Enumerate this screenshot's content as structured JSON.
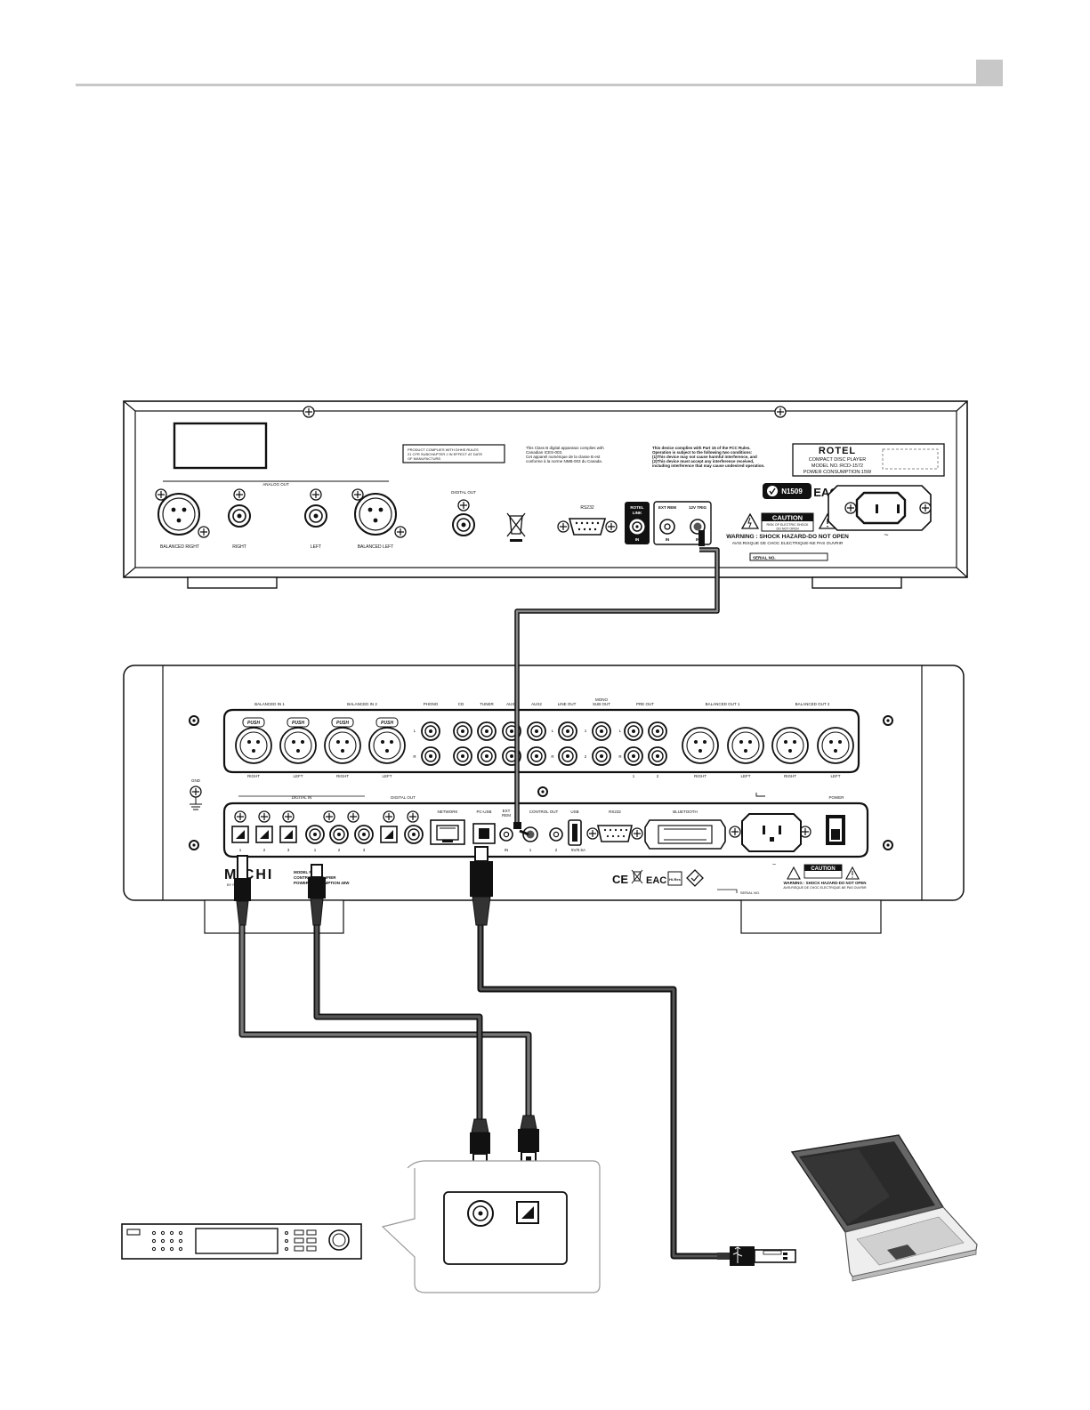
{
  "header": {
    "page_tab": ""
  },
  "cd_player": {
    "analog_out": "ANALOG OUT",
    "balanced_right": "BALANCED RIGHT",
    "right": "RIGHT",
    "left": "LEFT",
    "balanced_left": "BALANCED LEFT",
    "digital_out": "DIGITAL OUT",
    "rohs_notice": [
      "PRODUCT COMPLIES WITH DHHS RULES",
      "21 CFR SUBCHAPTER J IN EFFECT AT DATE",
      "OF MANUFACTURE."
    ],
    "ices_notice": [
      "This Class B digital apparatus complies with",
      "Canadian ICES-003.",
      "Cet appareil numérique de la classe B est",
      "conforme à la norme NMB-003 du Canada."
    ],
    "fcc_notice": [
      "This device complies with Part 15 of the FCC Rules.",
      "Operation is subject to the following two conditions:",
      "(1)This device may not cause harmful interference, and",
      "(2)This device must accept any interference received,",
      "including interference that may cause undesired operation."
    ],
    "rs232": "RS232",
    "rotel_link": [
      "ROTEL",
      "LINK"
    ],
    "in": "IN",
    "ext_rem": "EXT REM",
    "trig": "12V TRIG",
    "brand": "ROTEL",
    "model_lines": [
      "COMPACT DISC PLAYER",
      "MODEL NO.:RCD-1572",
      "POWER CONSUMPTION:15W"
    ],
    "n_mark": "N1509",
    "eac": "EAC",
    "caution": "CAUTION",
    "caution_sub": [
      "RISK OF ELECTRIC SHOCK",
      "DO NOT OPEN"
    ],
    "warning": "WARNING : SHOCK HAZARD-DO NOT OPEN",
    "avis": "AVIS:RISQUE DE CHOC ELECTRIQUE-NE PAS OUVRIR",
    "serial": "SERIAL NO.",
    "tilde": "~"
  },
  "amplifier": {
    "balanced_in_1": "BALANCED IN 1",
    "balanced_in_2": "BALANCED IN 2",
    "push": "PUSH",
    "phono": "PHONO",
    "cd": "CD",
    "tuner": "TUNER",
    "aux1": "AUX1",
    "aux2": "AUX2",
    "line_out": "LINE OUT",
    "mono_sub_out": [
      "MONO",
      "SUB OUT"
    ],
    "pre_out": "PRE OUT",
    "balanced_out_1": "BALANCED OUT 1",
    "balanced_out_2": "BALANCED OUT 2",
    "right": "RIGHT",
    "left": "LEFT",
    "gnd": "GND",
    "digital_in": "DIGITAL IN",
    "digital_out": "DIGITAL OUT",
    "network": "NETWORK",
    "pc_usb": "PC-USB",
    "ext_rem": [
      "EXT",
      "REM"
    ],
    "control_out": "CONTROL OUT",
    "usb": "USB",
    "usb_rating": "5V/0.5A",
    "rs232": "RS232",
    "bluetooth": "BLUETOOTH",
    "power": "POWER",
    "in": "IN",
    "num_1": "1",
    "num_2": "2",
    "num_3": "3",
    "l": "L",
    "r": "R",
    "logo": "MICHI",
    "logo_sub": "BY ROTEL",
    "model_lines": [
      "MODEL NO.:P5",
      "CONTROL AMPLIFIER",
      "POWER CONSUMPTION 40W"
    ],
    "caution": "CAUTION",
    "warning": "WARNING : SHOCK HAZARD-DO NOT OPEN",
    "avis": "AVIS:RISQUE DE CHOC ELECTRIQUE-NE PAS OUVRIR",
    "serial": "SERIAL NO.",
    "ce_marks": "CE",
    "eac": "EAC",
    "hires": "Hi-Res"
  }
}
